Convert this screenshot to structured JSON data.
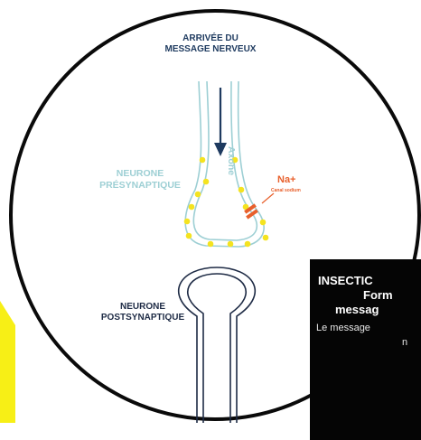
{
  "diagram": {
    "arrival_label": "ARRIVÉE DU MESSAGE NERVEUX",
    "presynaptic_label": "NEURONE PRÉSYNAPTIQUE",
    "axon_label": "Axone",
    "sodium_label": "Na+",
    "channel_label": "Canal sodium",
    "postsynaptic_label": "NEURONE POSTSYNAPTIQUE"
  },
  "panel": {
    "title_line1": "INSECTIC",
    "title_line2": "Form",
    "title_line3": "messag",
    "body_line1": "Le message",
    "body_line2": "n"
  },
  "colors": {
    "neuron_outline": "#9dcfd4",
    "dark_outline": "#1e2b45",
    "vesicle": "#f4e320",
    "sodium": "#e8602c",
    "highlight": "#f7ef16",
    "panel_bg": "#050505"
  }
}
